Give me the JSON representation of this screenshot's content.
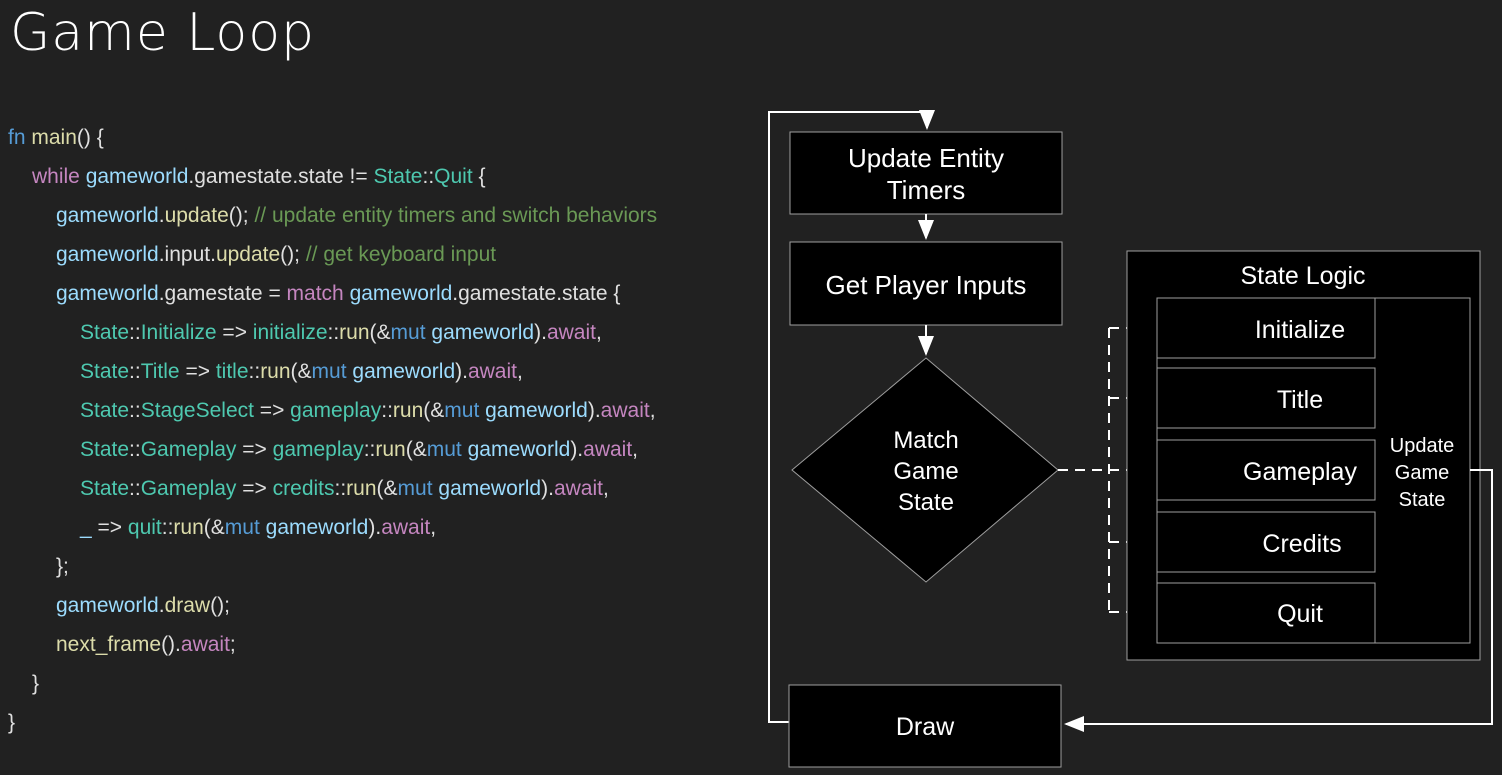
{
  "title": "Game Loop",
  "code": {
    "lines": [
      {
        "indent": 0,
        "tokens": [
          [
            "fn",
            "fn"
          ],
          [
            "p",
            " "
          ],
          [
            "f",
            "main"
          ],
          [
            "p",
            "() {"
          ]
        ]
      },
      {
        "indent": 1,
        "tokens": [
          [
            "k",
            "while"
          ],
          [
            "p",
            " "
          ],
          [
            "v",
            "gameworld"
          ],
          [
            "p",
            ".gamestate.state != "
          ],
          [
            "t",
            "State"
          ],
          [
            "p",
            "::"
          ],
          [
            "t",
            "Quit"
          ],
          [
            "p",
            " {"
          ]
        ]
      },
      {
        "indent": 2,
        "tokens": [
          [
            "v",
            "gameworld"
          ],
          [
            "p",
            "."
          ],
          [
            "f",
            "update"
          ],
          [
            "p",
            "(); "
          ],
          [
            "c",
            "// update entity timers and switch behaviors"
          ]
        ]
      },
      {
        "indent": 2,
        "tokens": [
          [
            "v",
            "gameworld"
          ],
          [
            "p",
            ".input."
          ],
          [
            "f",
            "update"
          ],
          [
            "p",
            "(); "
          ],
          [
            "c",
            "// get keyboard input"
          ]
        ]
      },
      {
        "indent": 2,
        "tokens": [
          [
            "v",
            "gameworld"
          ],
          [
            "p",
            ".gamestate = "
          ],
          [
            "k",
            "match"
          ],
          [
            "p",
            " "
          ],
          [
            "v",
            "gameworld"
          ],
          [
            "p",
            ".gamestate.state {"
          ]
        ]
      },
      {
        "indent": 3,
        "tokens": [
          [
            "t",
            "State"
          ],
          [
            "p",
            "::"
          ],
          [
            "t",
            "Initialize"
          ],
          [
            "p",
            " => "
          ],
          [
            "t",
            "initialize"
          ],
          [
            "p",
            "::"
          ],
          [
            "f",
            "run"
          ],
          [
            "p",
            "(&"
          ],
          [
            "fn",
            "mut"
          ],
          [
            "p",
            " "
          ],
          [
            "v",
            "gameworld"
          ],
          [
            "p",
            ")."
          ],
          [
            "k",
            "await"
          ],
          [
            "p",
            ","
          ]
        ]
      },
      {
        "indent": 3,
        "tokens": [
          [
            "t",
            "State"
          ],
          [
            "p",
            "::"
          ],
          [
            "t",
            "Title"
          ],
          [
            "p",
            " => "
          ],
          [
            "t",
            "title"
          ],
          [
            "p",
            "::"
          ],
          [
            "f",
            "run"
          ],
          [
            "p",
            "(&"
          ],
          [
            "fn",
            "mut"
          ],
          [
            "p",
            " "
          ],
          [
            "v",
            "gameworld"
          ],
          [
            "p",
            ")."
          ],
          [
            "k",
            "await"
          ],
          [
            "p",
            ","
          ]
        ]
      },
      {
        "indent": 3,
        "tokens": [
          [
            "t",
            "State"
          ],
          [
            "p",
            "::"
          ],
          [
            "t",
            "StageSelect"
          ],
          [
            "p",
            " => "
          ],
          [
            "t",
            "gameplay"
          ],
          [
            "p",
            "::"
          ],
          [
            "f",
            "run"
          ],
          [
            "p",
            "(&"
          ],
          [
            "fn",
            "mut"
          ],
          [
            "p",
            " "
          ],
          [
            "v",
            "gameworld"
          ],
          [
            "p",
            ")."
          ],
          [
            "k",
            "await"
          ],
          [
            "p",
            ","
          ]
        ]
      },
      {
        "indent": 3,
        "tokens": [
          [
            "t",
            "State"
          ],
          [
            "p",
            "::"
          ],
          [
            "t",
            "Gameplay"
          ],
          [
            "p",
            " => "
          ],
          [
            "t",
            "gameplay"
          ],
          [
            "p",
            "::"
          ],
          [
            "f",
            "run"
          ],
          [
            "p",
            "(&"
          ],
          [
            "fn",
            "mut"
          ],
          [
            "p",
            " "
          ],
          [
            "v",
            "gameworld"
          ],
          [
            "p",
            ")."
          ],
          [
            "k",
            "await"
          ],
          [
            "p",
            ","
          ]
        ]
      },
      {
        "indent": 3,
        "tokens": [
          [
            "t",
            "State"
          ],
          [
            "p",
            "::"
          ],
          [
            "t",
            "Gameplay"
          ],
          [
            "p",
            " => "
          ],
          [
            "t",
            "credits"
          ],
          [
            "p",
            "::"
          ],
          [
            "f",
            "run"
          ],
          [
            "p",
            "(&"
          ],
          [
            "fn",
            "mut"
          ],
          [
            "p",
            " "
          ],
          [
            "v",
            "gameworld"
          ],
          [
            "p",
            ")."
          ],
          [
            "k",
            "await"
          ],
          [
            "p",
            ","
          ]
        ]
      },
      {
        "indent": 3,
        "tokens": [
          [
            "v",
            "_"
          ],
          [
            "p",
            " => "
          ],
          [
            "t",
            "quit"
          ],
          [
            "p",
            "::"
          ],
          [
            "f",
            "run"
          ],
          [
            "p",
            "(&"
          ],
          [
            "fn",
            "mut"
          ],
          [
            "p",
            " "
          ],
          [
            "v",
            "gameworld"
          ],
          [
            "p",
            ")."
          ],
          [
            "k",
            "await"
          ],
          [
            "p",
            ","
          ]
        ]
      },
      {
        "indent": 2,
        "tokens": [
          [
            "p",
            "};"
          ]
        ]
      },
      {
        "indent": 2,
        "tokens": [
          [
            "v",
            "gameworld"
          ],
          [
            "p",
            "."
          ],
          [
            "f",
            "draw"
          ],
          [
            "p",
            "();"
          ]
        ]
      },
      {
        "indent": 2,
        "tokens": [
          [
            "f",
            "next_frame"
          ],
          [
            "p",
            "()."
          ],
          [
            "k",
            "await"
          ],
          [
            "p",
            ";"
          ]
        ]
      },
      {
        "indent": 1,
        "tokens": [
          [
            "p",
            "}"
          ]
        ]
      },
      {
        "indent": 0,
        "tokens": [
          [
            "p",
            "}"
          ]
        ]
      }
    ]
  },
  "flowchart": {
    "update_entity_timers": [
      "Update Entity",
      "Timers"
    ],
    "get_player_inputs": "Get Player Inputs",
    "match_game_state": [
      "Match",
      "Game",
      "State"
    ],
    "state_logic_title": "State Logic",
    "states": [
      "Initialize",
      "Title",
      "Gameplay",
      "Credits",
      "Quit"
    ],
    "update_game_state": [
      "Update",
      "Game",
      "State"
    ],
    "draw": "Draw"
  }
}
